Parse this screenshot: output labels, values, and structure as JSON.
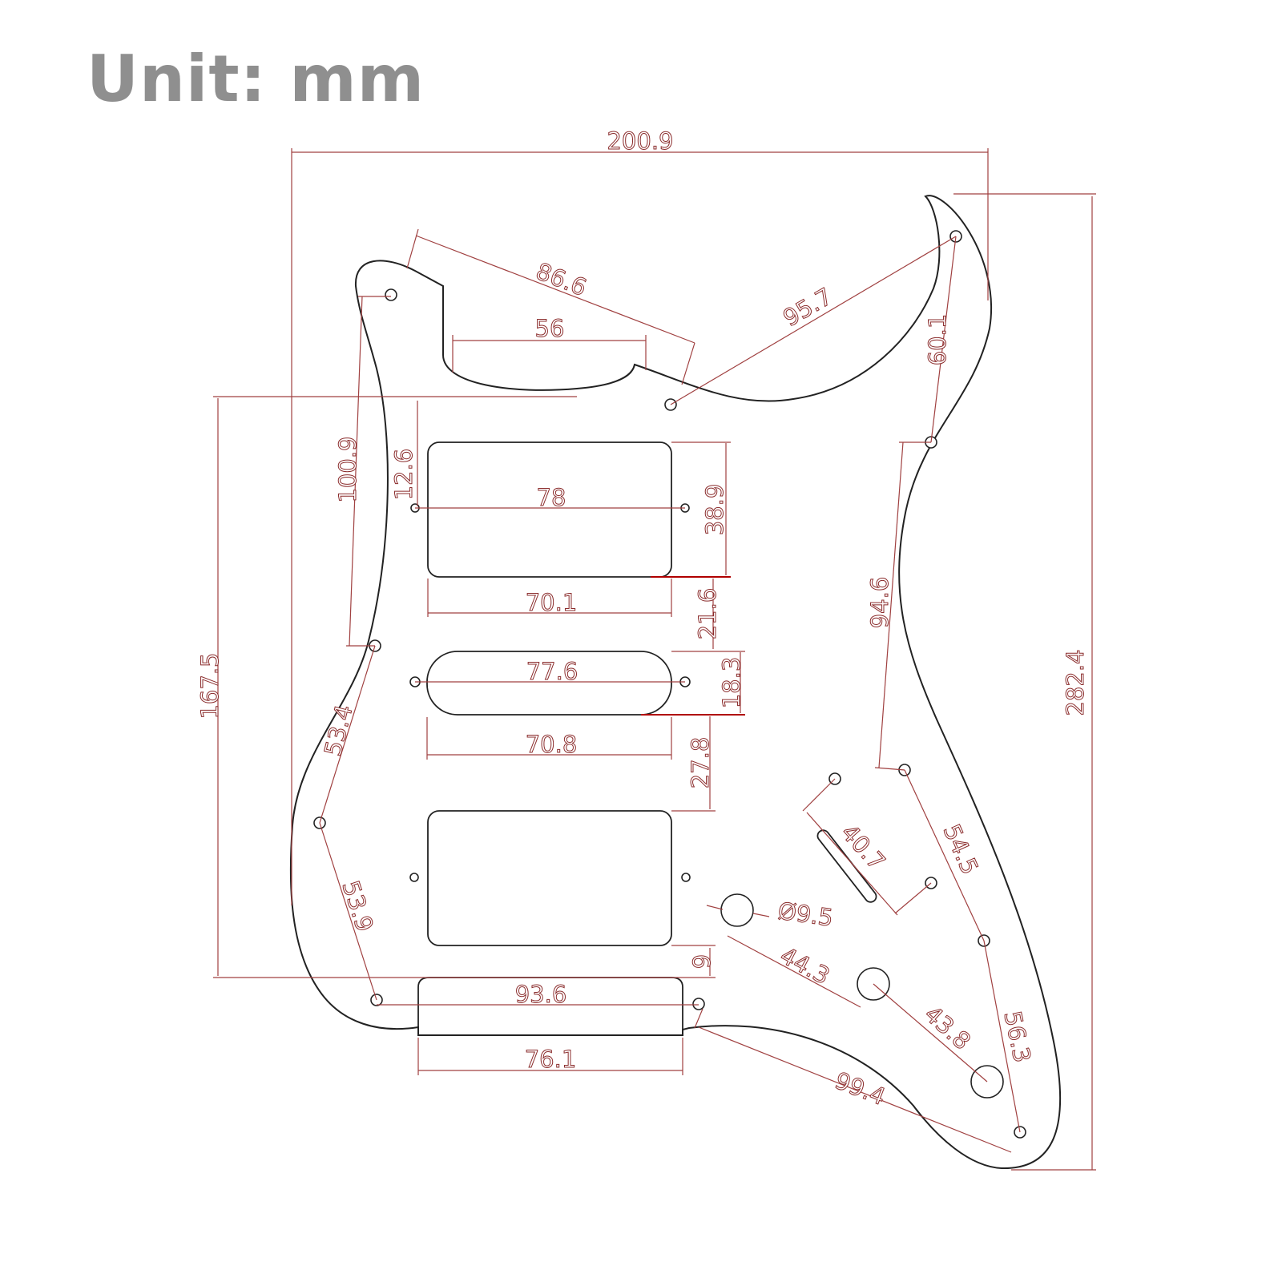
{
  "title": "Unit: mm",
  "dimensions": {
    "overall_width": "200.9",
    "overall_height": "282.4",
    "height_pickups": "167.5",
    "neck_cut": "56",
    "top_screw_span": "86.6",
    "top_right_span": "95.7",
    "right_upper": "60.1",
    "left_upper": "100.9",
    "neck_offset": "12.6",
    "neck_screws": "78",
    "neck_height": "38.9",
    "neck_width": "70.1",
    "gap_neck_middle": "21.6",
    "middle_screws": "77.6",
    "middle_height": "18.3",
    "middle_width": "70.8",
    "gap_middle_bridge": "27.8",
    "right_mid": "94.6",
    "left_mid": "53.4",
    "left_lower": "53.9",
    "switch_slot": "40.7",
    "right_lower": "54.5",
    "pot_diameter": "Ø9.5",
    "pot_spacing_1": "44.3",
    "pot_spacing_2": "43.8",
    "right_bottom": "56.3",
    "bridge_gap": "9",
    "bottom_screws": "93.6",
    "bottom_span": "99.4",
    "bottom_cut_width": "76.1"
  }
}
